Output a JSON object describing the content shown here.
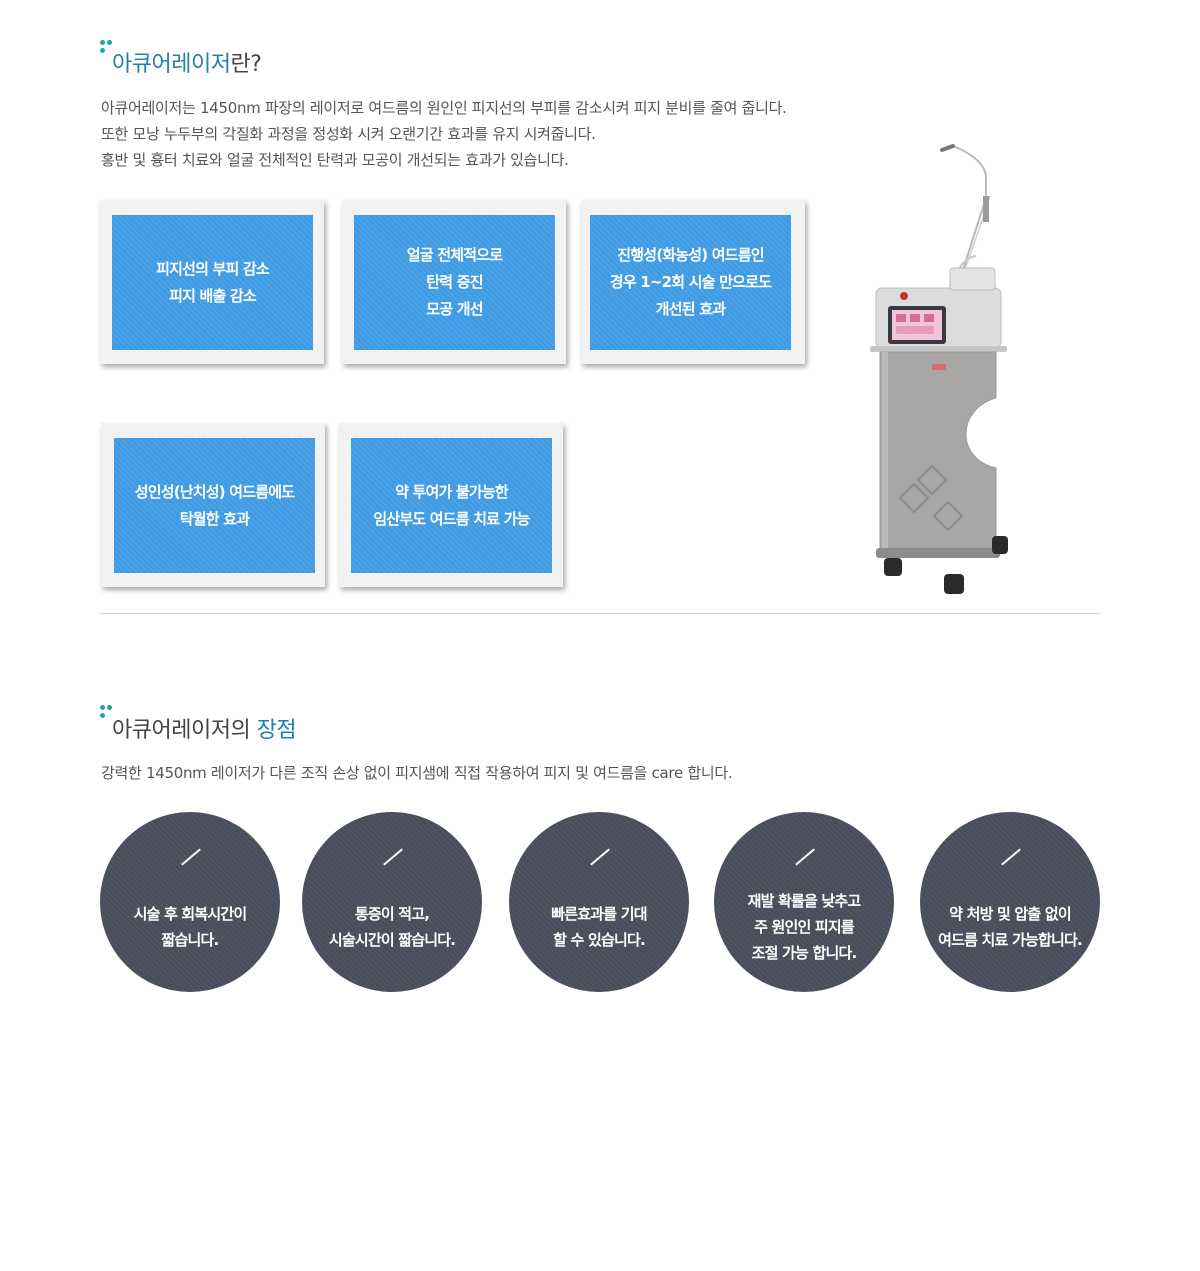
{
  "section1": {
    "title_main": "아큐어레이저",
    "title_suffix": "란?",
    "description": [
      "아큐어레이저는 1450nm 파장의 레이저로 여드름의 원인인 피지선의 부피를 감소시켜 피지 분비를 줄여 줍니다.",
      "또한 모낭 누두부의 각질화 과정을 정성화 시켜 오랜기간 효과를 유지 시켜줍니다.",
      "홍반 및 흉터 치료와 얼굴 전체적인 탄력과 모공이 개선되는 효과가 있습니다."
    ],
    "cards": [
      "피지선의 부피 감소\n피지 배출 감소",
      "얼굴 전체적으로\n탄력 증진\n모공 개선",
      "진행성(화농성) 여드름인\n경우 1~2회 시술 만으로도\n개선된 효과",
      "성인성(난치성) 여드름에도\n탁월한 효과",
      "약 투여가 불가능한\n임산부도 여드름 치료 가능"
    ],
    "device_image": "laser-device-image"
  },
  "section2": {
    "title_main": "아큐어레이저의 ",
    "title_highlight": "장점",
    "description": "강력한 1450nm 레이저가 다른 조직 손상 없이 피지샘에 직접 작용하여 피지 및 여드름을 care 합니다.",
    "advantages": [
      "시술 후 회복시간이\n짧습니다.",
      "통증이 적고,\n시술시간이 짧습니다.",
      "빠른효과를 기대\n할 수 있습니다.",
      "재발 확률을 낮추고\n주 원인인 피지를\n조절 가능 합니다.",
      "약 처방 및 압출 없이\n여드름 치료 가능합니다."
    ]
  },
  "colors": {
    "accent": "#1f7fb3",
    "dots": "#1fa3b8",
    "card_blue": "#3f9be3",
    "circle_dark": "#4a4d5c"
  }
}
